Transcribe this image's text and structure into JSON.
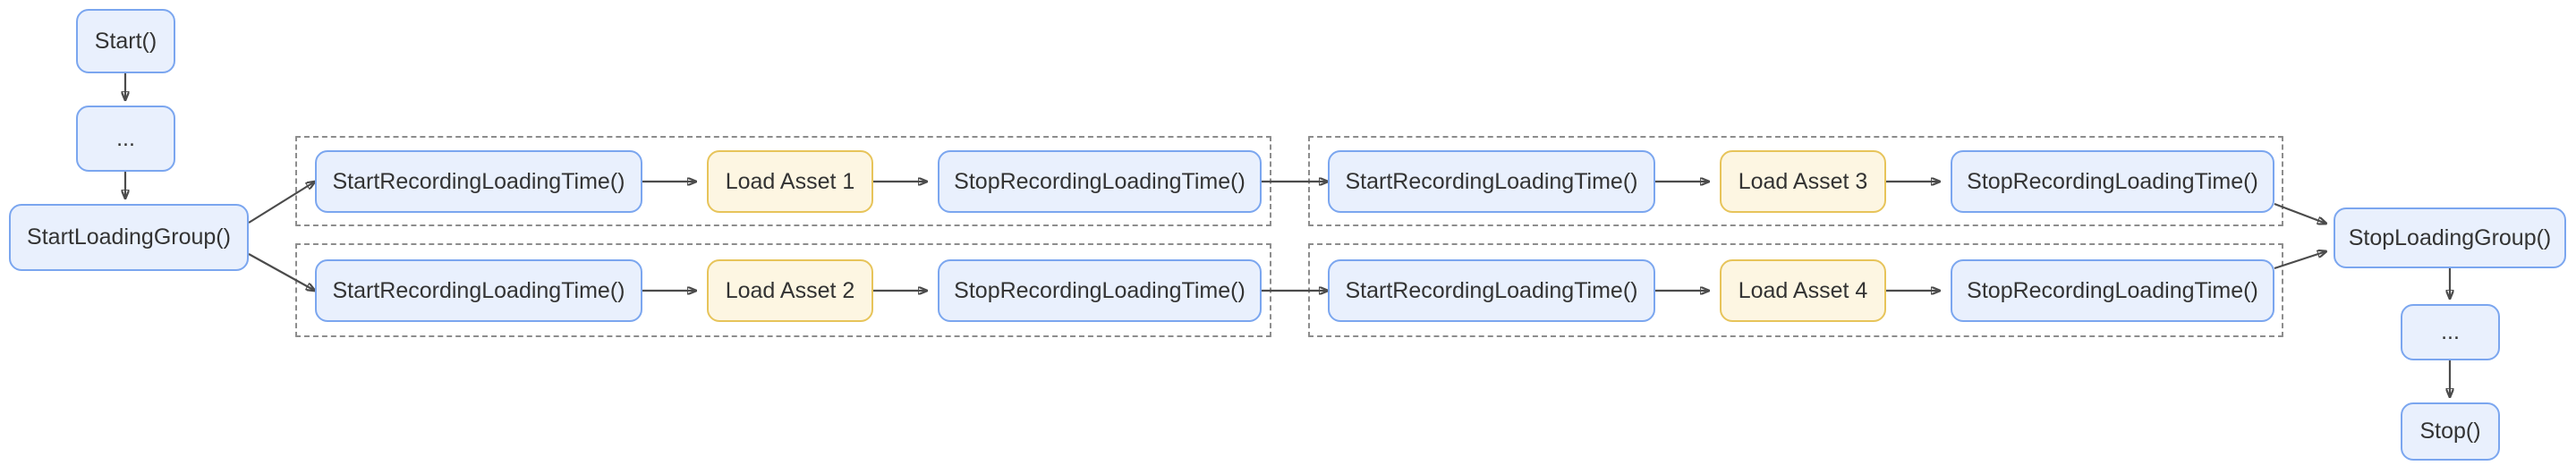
{
  "diagram": {
    "type": "flowchart",
    "title": "",
    "nodes": {
      "start": {
        "label": "Start()",
        "shape": "rounded-rect",
        "color": "blue"
      },
      "ellipsis_top": {
        "label": "...",
        "shape": "rounded-rect",
        "color": "blue"
      },
      "start_loading_group": {
        "label": "StartLoadingGroup()",
        "shape": "rounded-rect",
        "color": "blue"
      },
      "stop_loading_group": {
        "label": "StopLoadingGroup()",
        "shape": "rounded-rect",
        "color": "blue"
      },
      "ellipsis_bottom": {
        "label": "...",
        "shape": "rounded-rect",
        "color": "blue"
      },
      "stop": {
        "label": "Stop()",
        "shape": "rounded-rect",
        "color": "blue"
      }
    },
    "groups": [
      {
        "name": "group-1",
        "rows": [
          {
            "name": "group-1-row-1",
            "steps": [
              {
                "label": "StartRecordingLoadingTime()",
                "color": "blue"
              },
              {
                "label": "Load Asset 1",
                "color": "yellow"
              },
              {
                "label": "StopRecordingLoadingTime()",
                "color": "blue"
              }
            ]
          },
          {
            "name": "group-1-row-2",
            "steps": [
              {
                "label": "StartRecordingLoadingTime()",
                "color": "blue"
              },
              {
                "label": "Load Asset 2",
                "color": "yellow"
              },
              {
                "label": "StopRecordingLoadingTime()",
                "color": "blue"
              }
            ]
          }
        ]
      },
      {
        "name": "group-2",
        "rows": [
          {
            "name": "group-2-row-1",
            "steps": [
              {
                "label": "StartRecordingLoadingTime()",
                "color": "blue"
              },
              {
                "label": "Load Asset 3",
                "color": "yellow"
              },
              {
                "label": "StopRecordingLoadingTime()",
                "color": "blue"
              }
            ]
          },
          {
            "name": "group-2-row-2",
            "steps": [
              {
                "label": "StartRecordingLoadingTime()",
                "color": "blue"
              },
              {
                "label": "Load Asset 4",
                "color": "yellow"
              },
              {
                "label": "StopRecordingLoadingTime()",
                "color": "blue"
              }
            ]
          }
        ]
      }
    ],
    "colors": {
      "blue_fill": "#e9f0fd",
      "blue_border": "#7ba6ef",
      "yellow_fill": "#fdf6e2",
      "yellow_border": "#e7c45a",
      "edge": "#4b4b4b",
      "group_border": "#8d8d8d",
      "text": "#333333",
      "background": "#ffffff"
    }
  }
}
